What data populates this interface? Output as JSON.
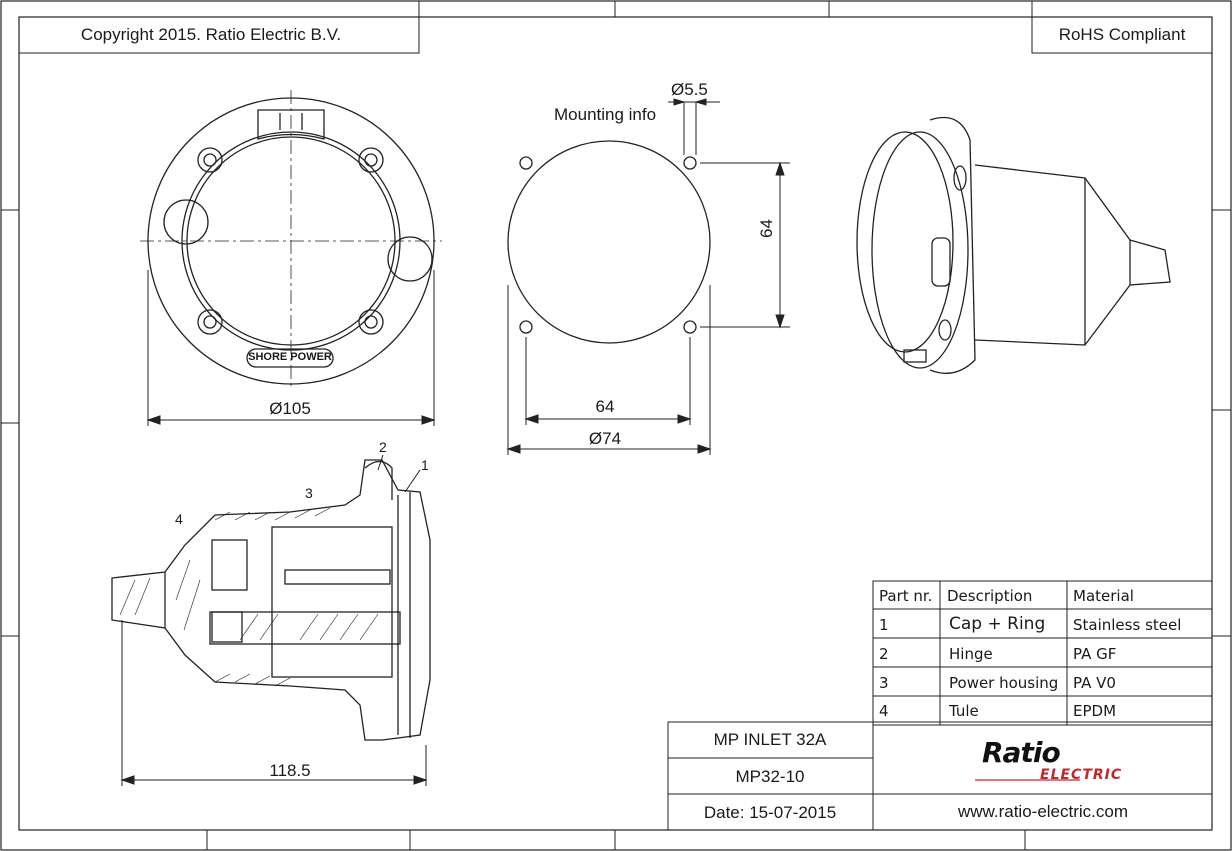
{
  "header": {
    "copyright": "Copyright 2015. Ratio Electric B.V.",
    "compliance": "RoHS Compliant"
  },
  "front_view": {
    "badge_text": "SHORE POWER",
    "dim_diameter": "Ø105"
  },
  "mounting": {
    "title": "Mounting info",
    "hole_diameter": "Ø5.5",
    "vertical_spacing": "64",
    "horizontal_spacing": "64",
    "cutout_diameter": "Ø74"
  },
  "section_view": {
    "length": "118.5",
    "callouts": [
      "1",
      "2",
      "3",
      "4"
    ]
  },
  "parts_table": {
    "headers": [
      "Part nr.",
      "Description",
      "Material"
    ],
    "rows": [
      [
        "1",
        "Cap + Ring",
        "Stainless steel"
      ],
      [
        "2",
        "Hinge",
        "PA GF"
      ],
      [
        "3",
        "Power housing",
        "PA V0"
      ],
      [
        "4",
        "Tule",
        "EPDM"
      ]
    ]
  },
  "title_block": {
    "product": "MP INLET 32A",
    "code": "MP32-10",
    "date": "Date: 15-07-2015",
    "logo_word": "Ratio",
    "logo_sub": "ELECTRIC",
    "website": "www.ratio-electric.com"
  },
  "colors": {
    "line": "#222222",
    "logo_red": "#c0272d"
  }
}
